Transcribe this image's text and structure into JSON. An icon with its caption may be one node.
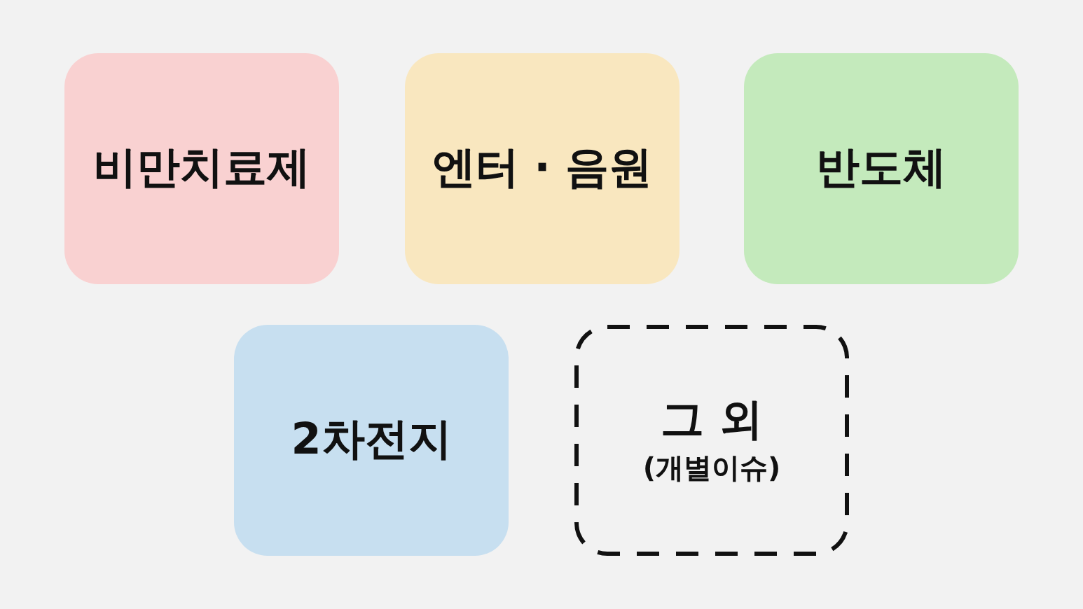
{
  "diagram": {
    "nodes": [
      {
        "text": [
          "비만치료제"
        ]
      },
      {
        "text": [
          "엔터 · 음원"
        ]
      },
      {
        "text": [
          "반도체"
        ]
      },
      {
        "text": [
          "2차전지"
        ]
      },
      {
        "text": [
          "그 외",
          "(개별이슈)"
        ]
      }
    ]
  }
}
